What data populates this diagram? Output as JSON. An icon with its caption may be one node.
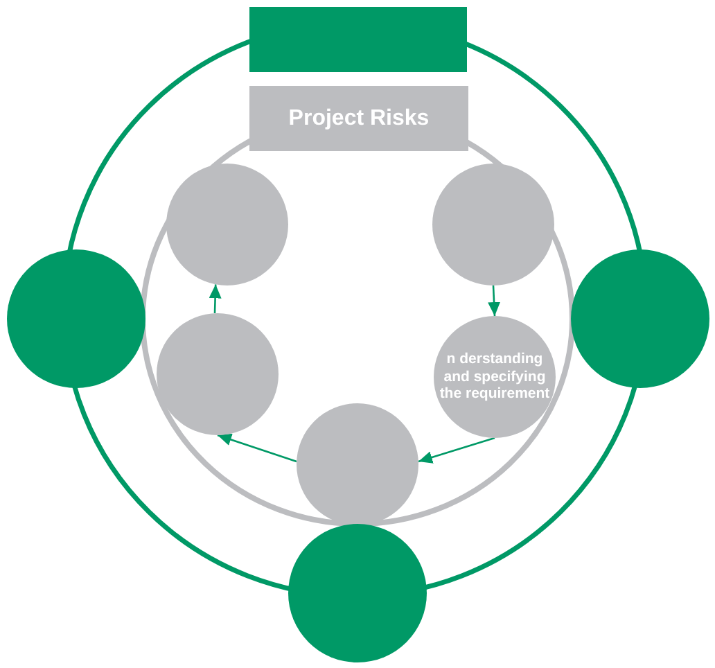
{
  "diagram": {
    "nodes": [
      {
        "text": [],
        "shape": "box"
      },
      {
        "text": [
          "Project Risks"
        ]
      },
      {
        "text": [],
        "shape": "circle"
      },
      {
        "text": [],
        "shape": "circle"
      },
      {
        "text": [],
        "shape": "circle"
      },
      {
        "text": [],
        "shape": "circle"
      },
      {
        "text": [
          "n derstanding and specifying the requirement"
        ]
      },
      {
        "text": [],
        "shape": "circle"
      },
      {
        "text": [],
        "shape": "circle"
      },
      {
        "text": [],
        "shape": "circle"
      }
    ],
    "edges": [
      {
        "from": 3,
        "to": 6,
        "arrow": "to"
      },
      {
        "from": 6,
        "to": 8,
        "arrow": "to"
      },
      {
        "from": 8,
        "to": 5,
        "arrow": "to"
      },
      {
        "from": 5,
        "to": 2,
        "arrow": "to"
      }
    ]
  }
}
